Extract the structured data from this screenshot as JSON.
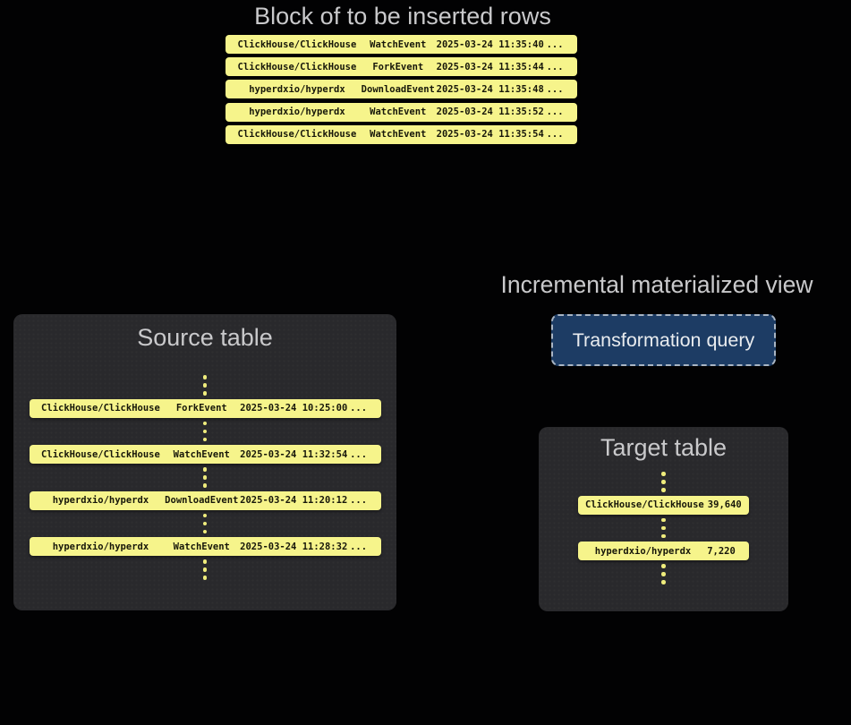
{
  "colors": {
    "background": "#020203",
    "panel_bg": "#29292c",
    "title_color": "#c9c9cb",
    "yellow": "#f6f48b",
    "dot_color": "#efec7c",
    "row_text": "#17170a",
    "button_bg": "#1d3c64",
    "button_border": "#a9b5c4",
    "button_text": "#e9ecef"
  },
  "insert_block": {
    "title": "Block of to be inserted rows",
    "rows": [
      {
        "repo": "ClickHouse/ClickHouse",
        "event": "WatchEvent",
        "time": "2025-03-24 11:35:40",
        "more": "..."
      },
      {
        "repo": "ClickHouse/ClickHouse",
        "event": "ForkEvent",
        "time": "2025-03-24 11:35:44",
        "more": "..."
      },
      {
        "repo": "hyperdxio/hyperdx",
        "event": "DownloadEvent",
        "time": "2025-03-24 11:35:48",
        "more": "..."
      },
      {
        "repo": "hyperdxio/hyperdx",
        "event": "WatchEvent",
        "time": "2025-03-24 11:35:52",
        "more": "..."
      },
      {
        "repo": "ClickHouse/ClickHouse",
        "event": "WatchEvent",
        "time": "2025-03-24 11:35:54",
        "more": "..."
      }
    ]
  },
  "source_table": {
    "title": "Source table",
    "rows": [
      {
        "repo": "ClickHouse/ClickHouse",
        "event": "ForkEvent",
        "time": "2025-03-24 10:25:00",
        "more": "..."
      },
      {
        "repo": "ClickHouse/ClickHouse",
        "event": "WatchEvent",
        "time": "2025-03-24 11:32:54",
        "more": "..."
      },
      {
        "repo": "hyperdxio/hyperdx",
        "event": "DownloadEvent",
        "time": "2025-03-24 11:20:12",
        "more": "..."
      },
      {
        "repo": "hyperdxio/hyperdx",
        "event": "WatchEvent",
        "time": "2025-03-24 11:28:32",
        "more": "..."
      }
    ]
  },
  "materialized_view": {
    "label": "Incremental materialized view",
    "button_label": "Transformation query"
  },
  "target_table": {
    "title": "Target table",
    "rows": [
      {
        "repo": "ClickHouse/ClickHouse",
        "count": "39,640"
      },
      {
        "repo": "hyperdxio/hyperdx",
        "count": "7,220"
      }
    ]
  },
  "icons": {
    "vertical_dots": "three stacked yellow dots indicating omitted rows"
  }
}
